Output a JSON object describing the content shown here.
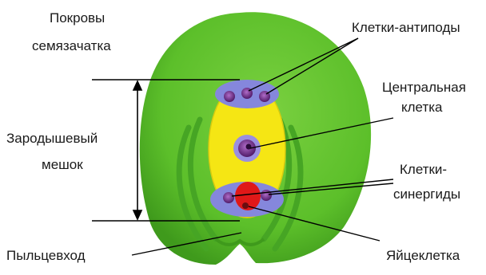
{
  "labels": {
    "integuments_line1": "Покровы",
    "integuments_line2": "семязачатка",
    "antipodal_cells": "Клетки-антиподы",
    "central_cell_line1": "Центральная",
    "central_cell_line2": "клетка",
    "embryo_sac_line1": "Зародышевый",
    "embryo_sac_line2": "мешок",
    "synergids_line1": "Клетки-",
    "synergids_line2": "синергиды",
    "micropyle": "Пыльцевход",
    "egg_cell": "Яйцеклетка"
  },
  "colors": {
    "ovule_body": "#5cbf2a",
    "ovule_shadow": "#3f9a1c",
    "inner_folds": "#4aa82a",
    "embryo_sac": "#f5e614",
    "cell_membrane": "#7a7bd6",
    "nucleus": "#6b2a86",
    "egg_cell": "#e01818",
    "leader_lines": "#000000"
  }
}
